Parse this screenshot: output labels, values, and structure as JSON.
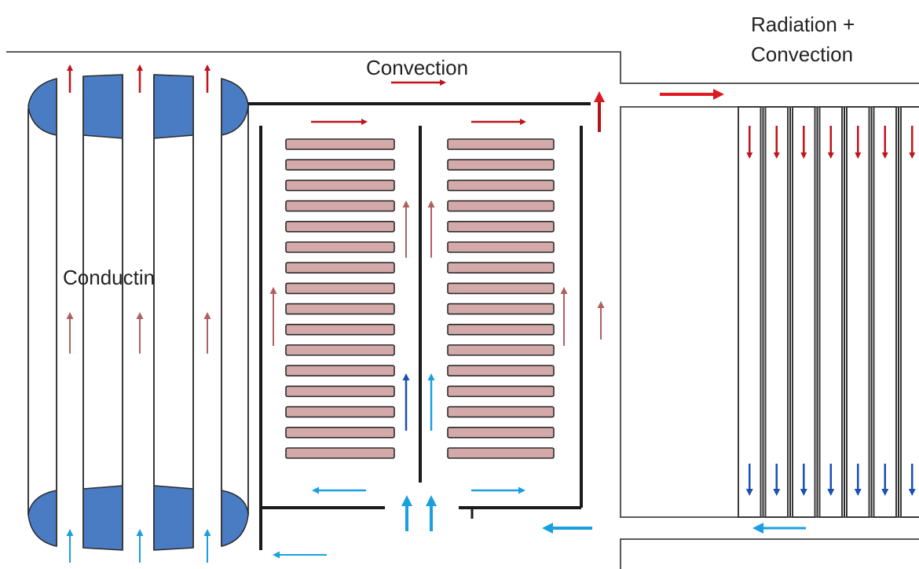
{
  "labels": {
    "conduction": "Conductin",
    "convection": "Convection",
    "radiation_line1": "Radiation +",
    "radiation_line2": "Convection"
  },
  "colors": {
    "hot_arrow": "#c0141a",
    "faint_hot_arrow": "#b06060",
    "cold_arrow": "#1a9fe0",
    "dark_cold_arrow": "#1a4fb4",
    "fin_fill": "#d4a9a9",
    "cap_fill": "#4a7cc4"
  },
  "icons": {
    "hot_flow": "arrow-up-red",
    "cold_flow": "arrow-up-blue"
  },
  "counts": {
    "fins_per_column": 16,
    "vertical_tubes": 7
  }
}
